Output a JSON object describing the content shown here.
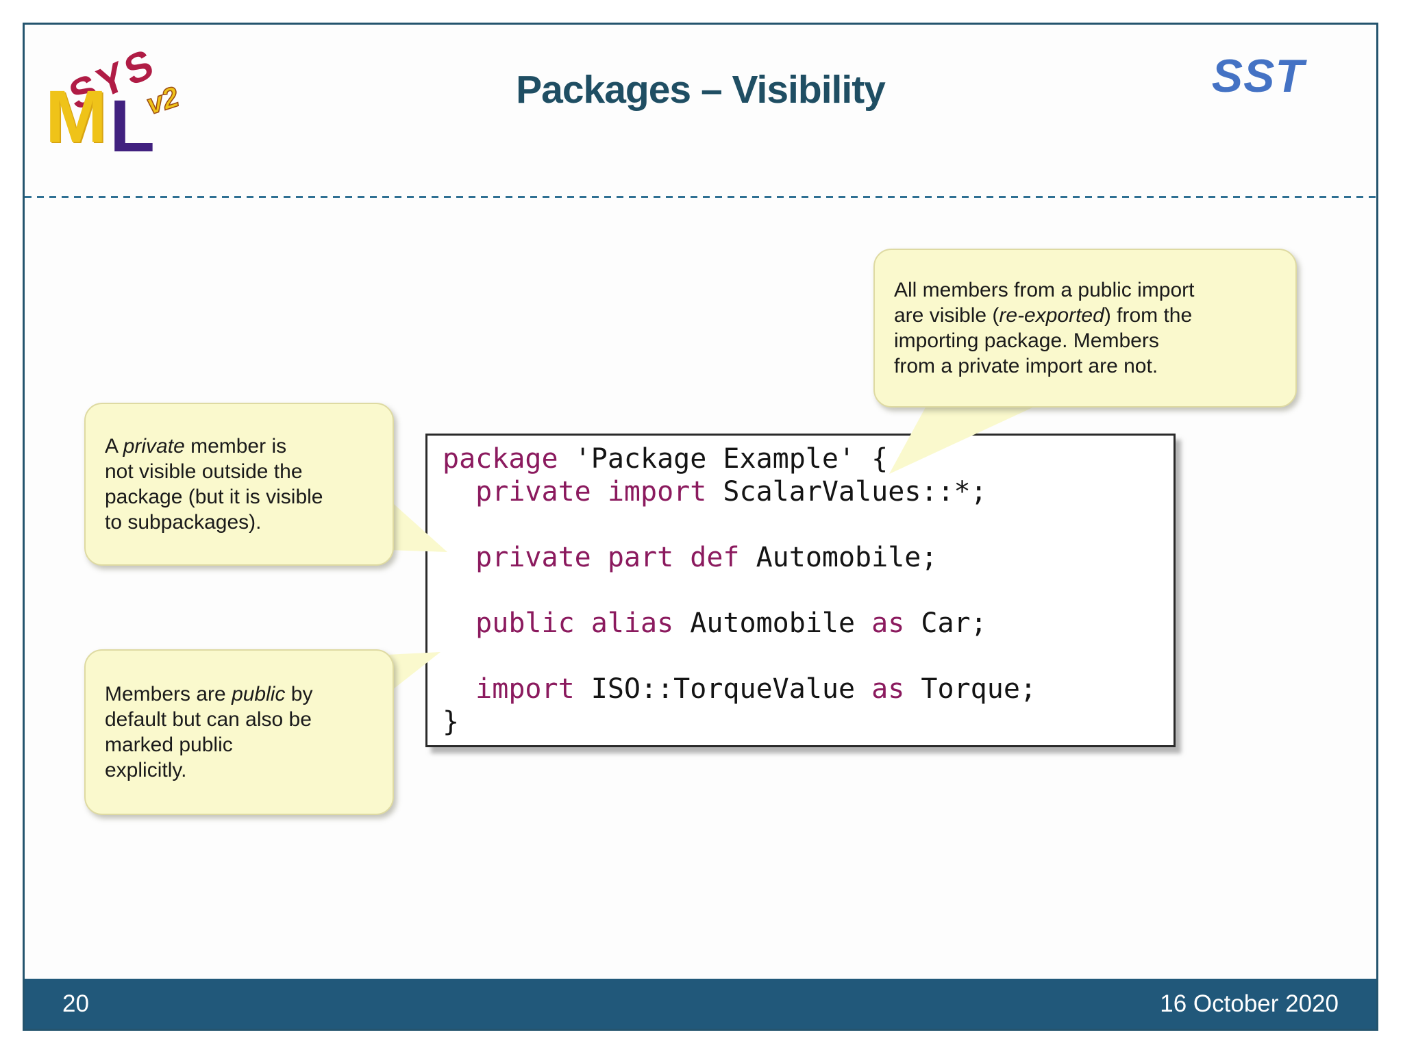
{
  "slide": {
    "title": "Packages – Visibility",
    "brand": "SST",
    "logo": {
      "sys": "SYS",
      "m": "M",
      "l": "L",
      "v2": "v2"
    },
    "footer": {
      "page_number": "20",
      "date": "16 October 2020"
    }
  },
  "colors": {
    "title": "#1f4e63",
    "frame_border": "#24546e",
    "footer_bar": "#21587a",
    "brand_blue": "#4472c4",
    "callout_fill": "#faf9cd",
    "code_keyword": "#8b1a5e",
    "logo_red": "#b01c45",
    "logo_yellow": "#efc319",
    "logo_purple": "#41217f"
  },
  "callouts": [
    {
      "id": "public-import-note",
      "lines": [
        [
          {
            "t": "All members from a public import"
          }
        ],
        [
          {
            "t": "are visible ("
          },
          {
            "t": "re-exported",
            "i": true
          },
          {
            "t": ") from the"
          }
        ],
        [
          {
            "t": "importing package. Members"
          }
        ],
        [
          {
            "t": "from a private import are not."
          }
        ]
      ]
    },
    {
      "id": "private-member-note",
      "lines": [
        [
          {
            "t": "A "
          },
          {
            "t": "private",
            "i": true
          },
          {
            "t": " member is"
          }
        ],
        [
          {
            "t": "not visible outside the"
          }
        ],
        [
          {
            "t": "package (but it is visible"
          }
        ],
        [
          {
            "t": "to subpackages)."
          }
        ]
      ]
    },
    {
      "id": "public-default-note",
      "lines": [
        [
          {
            "t": "Members are "
          },
          {
            "t": "public",
            "i": true
          },
          {
            "t": " by"
          }
        ],
        [
          {
            "t": "default but can also be"
          }
        ],
        [
          {
            "t": "marked public"
          }
        ],
        [
          {
            "t": "explicitly."
          }
        ]
      ]
    }
  ],
  "code": {
    "lines": [
      [
        {
          "t": "package",
          "k": true
        },
        {
          "t": " 'Package Example' {"
        }
      ],
      [
        {
          "t": "  "
        },
        {
          "t": "private import",
          "k": true
        },
        {
          "t": " ScalarValues::*;"
        }
      ],
      [],
      [
        {
          "t": "  "
        },
        {
          "t": "private part def",
          "k": true
        },
        {
          "t": " Automobile;"
        }
      ],
      [],
      [
        {
          "t": "  "
        },
        {
          "t": "public alias",
          "k": true
        },
        {
          "t": " Automobile "
        },
        {
          "t": "as",
          "k": true
        },
        {
          "t": " Car;"
        }
      ],
      [],
      [
        {
          "t": "  "
        },
        {
          "t": "import",
          "k": true
        },
        {
          "t": " ISO::TorqueValue "
        },
        {
          "t": "as",
          "k": true
        },
        {
          "t": " Torque;"
        }
      ],
      [
        {
          "t": "}"
        }
      ]
    ]
  }
}
